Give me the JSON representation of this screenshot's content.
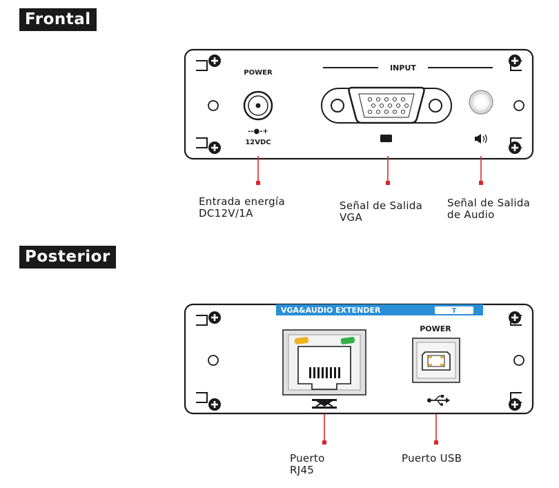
{
  "sections": {
    "front": "Frontal",
    "rear": "Posterior"
  },
  "front_panel": {
    "power_label": "POWER",
    "input_label": "INPUT",
    "voltage_label": "12VDC",
    "polarity_label": "--●-+"
  },
  "rear_panel": {
    "banner_text": "VGA&AUDIO EXTENDER",
    "banner_tag": "T",
    "power_label": "POWER"
  },
  "callouts": {
    "power_input": [
      "Entrada energía",
      "DC12V/1A"
    ],
    "vga_out": [
      "Señal de Salida",
      "VGA"
    ],
    "audio_out": [
      "Señal de Salida",
      "de Audio"
    ],
    "rj45": [
      "Puerto",
      "RJ45"
    ],
    "usb": [
      "Puerto USB"
    ]
  },
  "colors": {
    "leader_line": "#d9262b",
    "banner_blue": "#2a8fd6",
    "led_yellow": "#f2b21d",
    "led_green": "#35b04a"
  }
}
